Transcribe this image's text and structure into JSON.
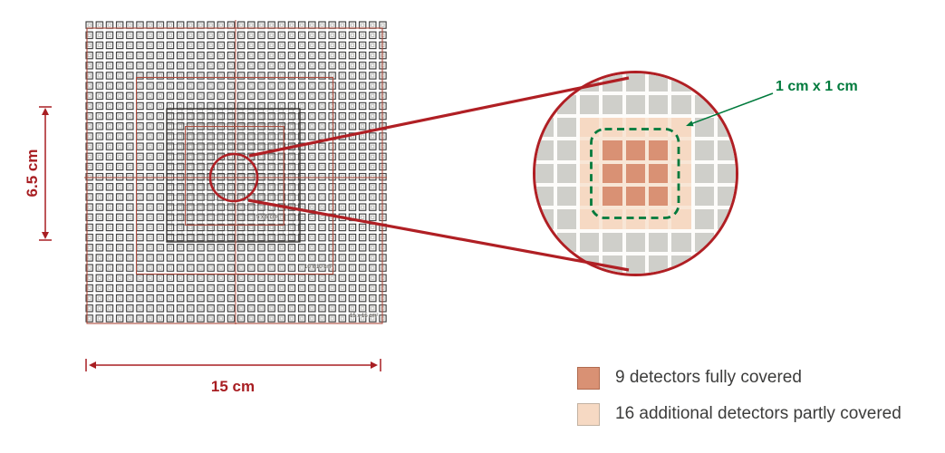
{
  "figure": {
    "array": {
      "height_dim_label": "6.5 cm",
      "width_dim_label": "15 cm",
      "region_labels": {
        "inner": "5 x 5 cm²",
        "middle": "10 x 10 cm²",
        "outer": "15 x 15 cm²"
      }
    },
    "magnifier": {
      "pixel_label": "1 cm x 1 cm",
      "cells": [
        "ggggggggg",
        "ggggggggg",
        "ggpppppgg",
        "ggpssspgg",
        "ggpssspgg",
        "ggpssspgg",
        "ggpppppgg",
        "ggggggggg",
        "ggggggggg"
      ],
      "cell_colors": {
        "g": "#cfcfca",
        "p": "#f6d9c3",
        "s": "#d99174"
      }
    },
    "legend": {
      "items": [
        {
          "swatch": "salmon",
          "label": "9 detectors fully covered"
        },
        {
          "swatch": "peach",
          "label": "16 additional detectors partly covered"
        }
      ]
    },
    "colors": {
      "accent_red": "#b01f24",
      "dimension_red": "#a81e22",
      "grid_red": "#ad4b3c",
      "green": "#007a3c",
      "salmon": "#d99174",
      "peach": "#f6d9c3",
      "gray_cell": "#cfcfca",
      "text_dark": "#3c3c3b"
    }
  }
}
